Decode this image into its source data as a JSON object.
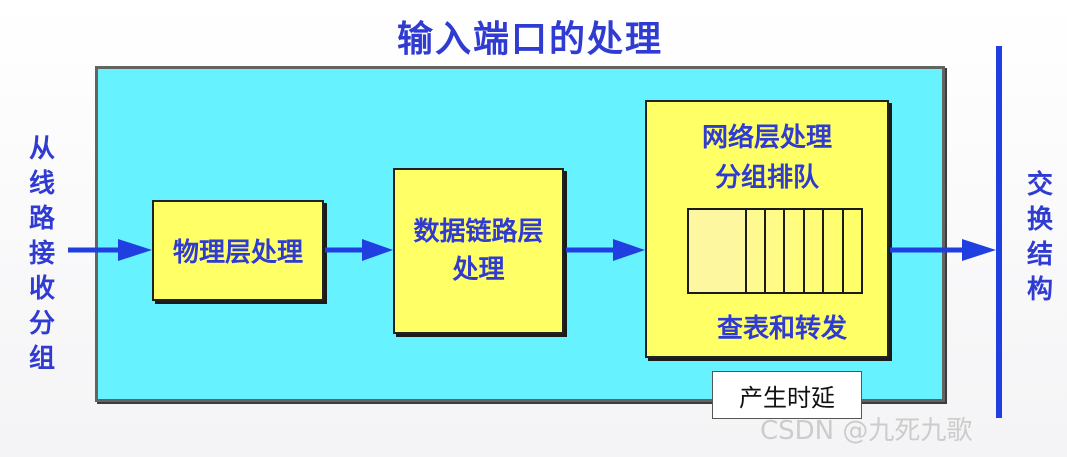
{
  "title": "输入端口的处理",
  "input_label": [
    "从",
    "线",
    "路",
    "接",
    "收",
    "分",
    "组"
  ],
  "output_label": [
    "交",
    "换",
    "结",
    "构"
  ],
  "physical_box": "物理层处理",
  "link_box": [
    "数据链路层",
    "处理"
  ],
  "network_box": {
    "title_lines": [
      "网络层处理",
      "分组排队"
    ],
    "queue_slots": 7,
    "bottom": "查表和转发"
  },
  "delay_label": "产生时延",
  "watermark": "CSDN @九死九歌",
  "colors": {
    "text_blue": "#2f3bd1",
    "panel_cyan": "#66f3ff",
    "box_yellow": "#ffff66",
    "arrow_blue": "#1f3fe0"
  }
}
